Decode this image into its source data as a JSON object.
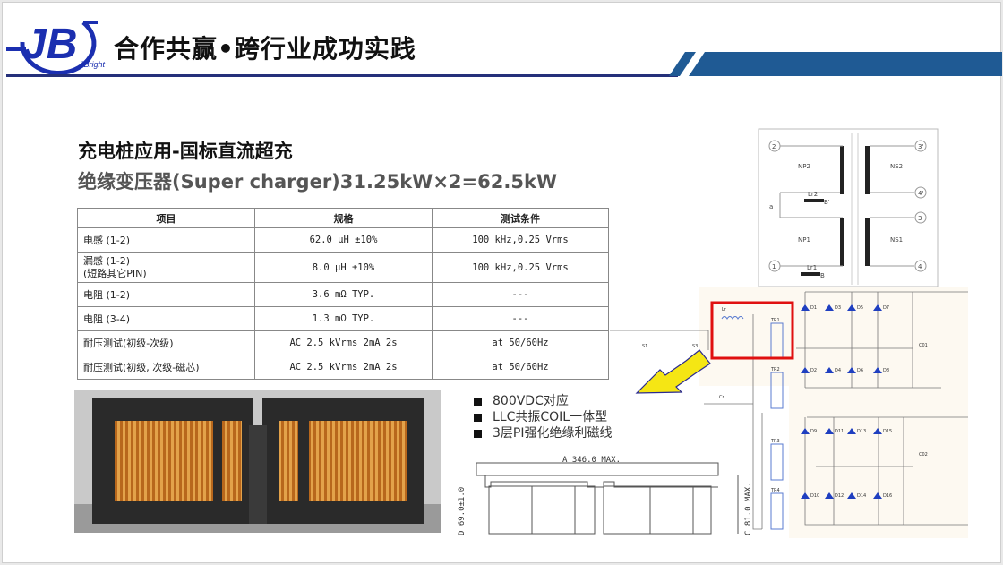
{
  "header": {
    "title": "合作共赢•跨行业成功实践",
    "logo_text": "JB",
    "logo_sub": "JBright",
    "brand_color": "#1b2fb0",
    "band_color": "#1f5a94"
  },
  "main": {
    "heading": "充电桩应用-国标直流超充",
    "subheading": "绝缘变压器(Super charger)31.25kW×2=62.5kW",
    "table": {
      "columns": [
        "项目",
        "规格",
        "测试条件"
      ],
      "rows": [
        {
          "item": "电感 (1-2)",
          "spec": "62.0 μH ±10%",
          "cond": "100 kHz,0.25 Vrms"
        },
        {
          "item": "漏感 (1-2)",
          "item2": "(短路其它PIN)",
          "spec": "8.0 μH ±10%",
          "cond": "100 kHz,0.25 Vrms"
        },
        {
          "item": "电阻 (1-2)",
          "spec": "3.6 mΩ TYP.",
          "cond": "---"
        },
        {
          "item": "电阻 (3-4)",
          "spec": "1.3 mΩ TYP.",
          "cond": "---"
        },
        {
          "item": "耐压测试(初级-次级)",
          "spec": "AC 2.5 kVrms 2mA 2s",
          "cond": "at 50/60Hz"
        },
        {
          "item": "耐压测试(初级, 次级-磁芯)",
          "spec": "AC 2.5 kVrms 2mA 2s",
          "cond": "at 50/60Hz"
        }
      ]
    },
    "bullets": [
      "800VDC对应",
      "LLC共振COIL一体型",
      "3层PI强化绝缘利磁线"
    ],
    "dimension": {
      "width_label": "A 346.0 MAX.",
      "height_label": "D 69.0±1.0",
      "total_label": "C 81.0 MAX."
    },
    "winding": {
      "pins": [
        "2",
        "3'",
        "4'",
        "3",
        "1",
        "4"
      ],
      "labels": [
        "NP2",
        "NS2",
        "NP1",
        "NS1",
        "Lr2",
        "Lr1",
        "B'",
        "B",
        "a"
      ]
    },
    "schematic": {
      "labels": [
        "Lr",
        "TR1",
        "TR2",
        "TR3",
        "TR4",
        "S1",
        "S3",
        "Cr",
        "C01",
        "C02",
        "D1",
        "D3",
        "D5",
        "D7",
        "D2",
        "D4",
        "D6",
        "D8",
        "D9",
        "D11",
        "D13",
        "D15",
        "D10",
        "D12",
        "D14",
        "D16"
      ],
      "highlight_color": "#e01010",
      "arrow_color": "#f5e614"
    }
  }
}
